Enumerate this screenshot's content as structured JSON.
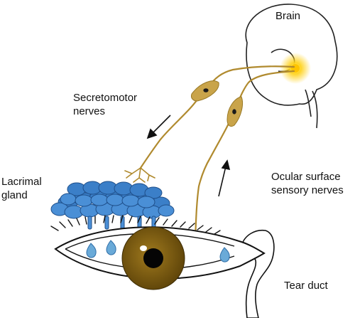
{
  "labels": {
    "brain": "Brain",
    "secretomotor_line1": "Secretomotor",
    "secretomotor_line2": "nerves",
    "lacrimal_line1": "Lacrimal",
    "lacrimal_line2": "gland",
    "ocular_line1": "Ocular surface",
    "ocular_line2": "sensory nerves",
    "tear_duct": "Tear duct"
  },
  "colors": {
    "nerve": "#b08a2e",
    "nerve_cell": "#c9a44a",
    "gland": "#4a8fd6",
    "tears": "#6aaad8",
    "iris": "#7a5c12",
    "glow": "#ffd21a"
  }
}
